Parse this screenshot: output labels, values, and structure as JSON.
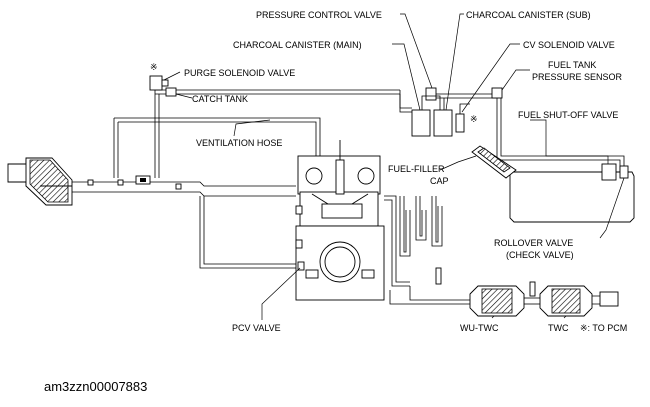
{
  "labels": {
    "pressure_control_valve": "PRESSURE CONTROL VALVE",
    "charcoal_canister_sub": "CHARCOAL CANISTER (SUB)",
    "charcoal_canister_main": "CHARCOAL CANISTER (MAIN)",
    "cv_solenoid_valve": "CV SOLENOID VALVE",
    "fuel_tank_pressure_sensor_line1": "FUEL TANK",
    "fuel_tank_pressure_sensor_line2": "PRESSURE SENSOR",
    "purge_solenoid_valve": "PURGE SOLENOID VALVE",
    "catch_tank": "CATCH TANK",
    "ventilation_hose": "VENTILATION HOSE",
    "fuel_shut_off_valve": "FUEL SHUT-OFF VALVE",
    "fuel_filler_cap_line1": "FUEL-FILLER",
    "fuel_filler_cap_line2": "CAP",
    "rollover_valve_line1": "ROLLOVER VALVE",
    "rollover_valve_line2": "(CHECK VALVE)",
    "pcv_valve": "PCV VALVE",
    "wu_twc": "WU-TWC",
    "twc": "TWC",
    "to_pcm_note": "※: TO PCM"
  },
  "asterisk_marks": [
    "※",
    "※"
  ],
  "caption": "am3zzn00007883"
}
